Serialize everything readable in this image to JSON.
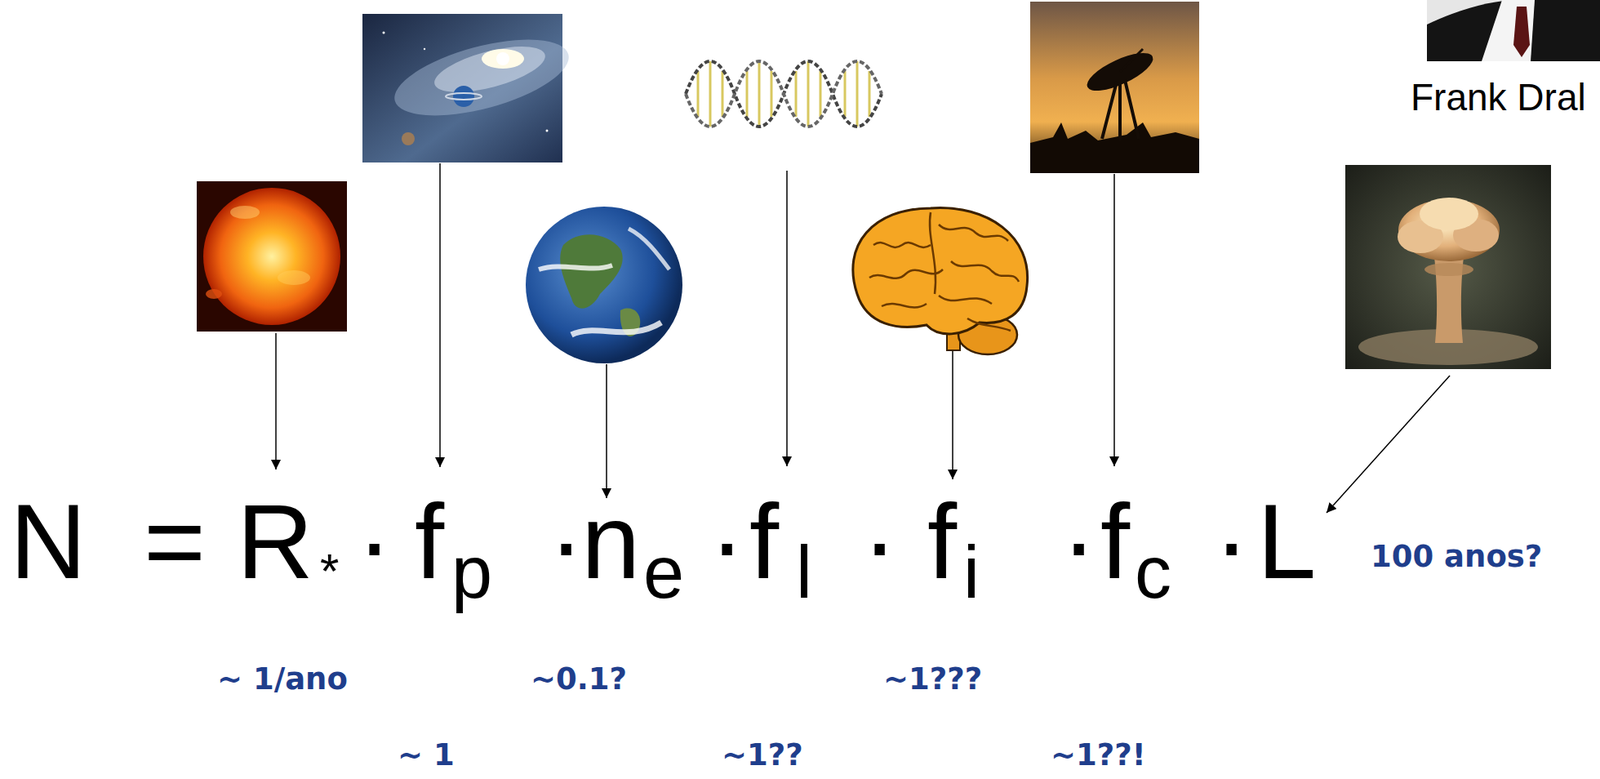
{
  "diagram": {
    "labels": [
      "Frank Dral",
      "N",
      "=",
      "R",
      "*",
      "·",
      "f",
      "p",
      "·",
      "n",
      "e",
      "·",
      "f",
      "l",
      "·",
      "f",
      "i",
      "·",
      "f",
      "c",
      "·",
      "L",
      "100 anos?",
      "~ 1/ano",
      "~0.1?",
      "~1???",
      "~ 1",
      "~1??",
      "~1??!"
    ]
  }
}
